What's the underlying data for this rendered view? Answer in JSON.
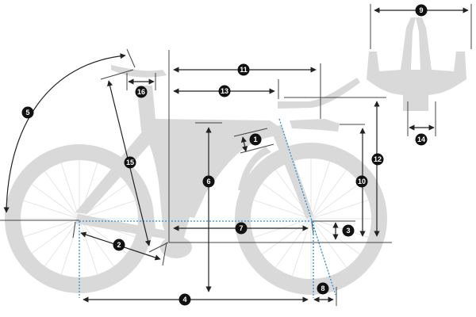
{
  "diagram": {
    "title": "Bike geometry",
    "labels": [
      "1",
      "2",
      "3",
      "4",
      "5",
      "6",
      "7",
      "8",
      "9",
      "10",
      "11",
      "12",
      "13",
      "14",
      "15",
      "16"
    ],
    "colors": {
      "bike": "#d9d9d9",
      "lines": "#222222",
      "reference": "#2a8fd6",
      "badge": "#111111"
    }
  }
}
